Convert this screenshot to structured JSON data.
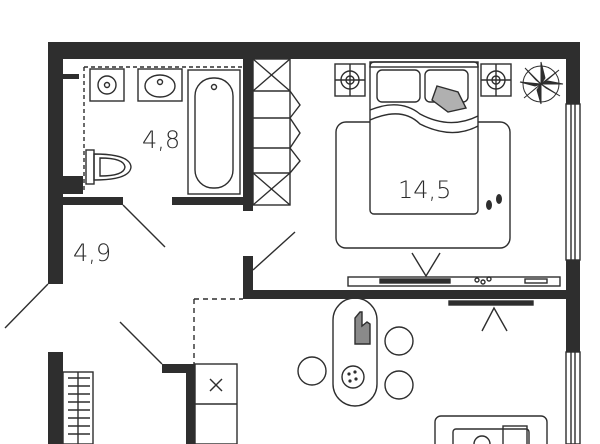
{
  "rooms": {
    "bathroom_area": "4,8",
    "hallway_area": "4,9",
    "bedroom_area": "14,5"
  },
  "colors": {
    "wall": "#2e2e2e",
    "line": "#2e2e2e",
    "fixture_fill": "#ffffff",
    "plant": "#2e2e2e",
    "pillow_accent": "#b0b0b0"
  }
}
